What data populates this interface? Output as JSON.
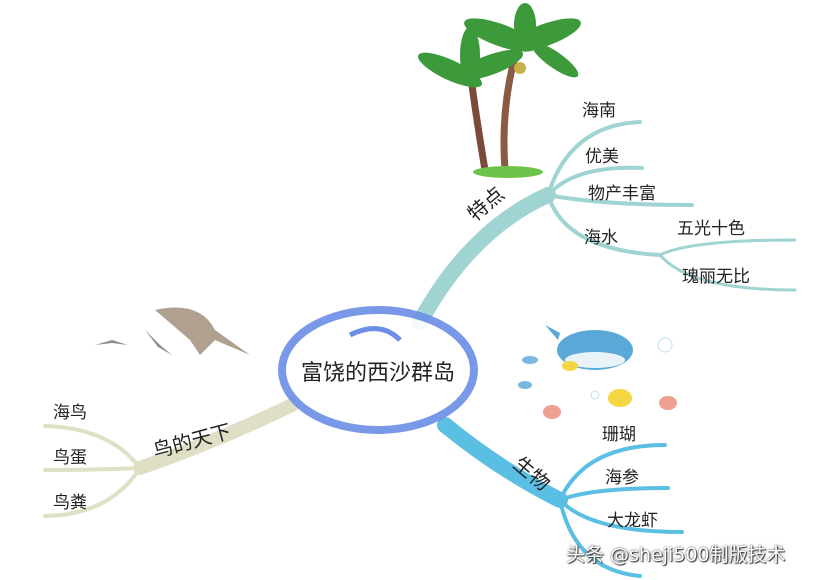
{
  "central_topic": "富饶的西沙群岛",
  "branches": {
    "features": {
      "label": "特点",
      "children": [
        "海南",
        "优美",
        "物产丰富",
        "海水"
      ],
      "sea_children": [
        "五光十色",
        "瑰丽无比"
      ],
      "color": "#9fd4d2"
    },
    "creatures": {
      "label": "生物",
      "children": [
        "珊瑚",
        "海参",
        "大龙虾"
      ],
      "color": "#5bbfe3"
    },
    "birds": {
      "label": "鸟的天下",
      "children": [
        "海鸟",
        "鸟蛋",
        "鸟粪"
      ],
      "color": "#dedfc4"
    }
  },
  "center_color": "#6b8fe6",
  "watermark": "头条 @sheji500制版技术"
}
